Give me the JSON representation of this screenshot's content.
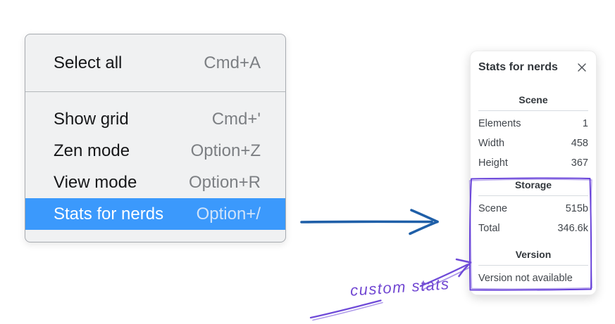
{
  "colors": {
    "menu_highlight": "#3b99fc",
    "menu_background": "#f0f1f2",
    "straight_arrow": "#1f5fa8",
    "annotation_purple": "#6f4bd8",
    "annotation_box_purple": "#6741d9"
  },
  "menu": {
    "sections": [
      {
        "items": [
          {
            "label": "Select all",
            "shortcut": "Cmd+A",
            "highlighted": false
          }
        ]
      },
      {
        "items": [
          {
            "label": "Show grid",
            "shortcut": "Cmd+'",
            "highlighted": false
          },
          {
            "label": "Zen mode",
            "shortcut": "Option+Z",
            "highlighted": false
          },
          {
            "label": "View mode",
            "shortcut": "Option+R",
            "highlighted": false
          },
          {
            "label": "Stats for nerds",
            "shortcut": "Option+/",
            "highlighted": true
          }
        ]
      }
    ]
  },
  "stats_panel": {
    "title": "Stats for nerds",
    "close_icon": "x-icon",
    "scene": {
      "heading": "Scene",
      "rows": [
        {
          "label": "Elements",
          "value": "1"
        },
        {
          "label": "Width",
          "value": "458"
        },
        {
          "label": "Height",
          "value": "367"
        }
      ]
    },
    "storage": {
      "heading": "Storage",
      "rows": [
        {
          "label": "Scene",
          "value": "515b"
        },
        {
          "label": "Total",
          "value": "346.6k"
        }
      ]
    },
    "version": {
      "heading": "Version",
      "note": "Version not available"
    }
  },
  "annotation": {
    "label": "custom stats"
  }
}
